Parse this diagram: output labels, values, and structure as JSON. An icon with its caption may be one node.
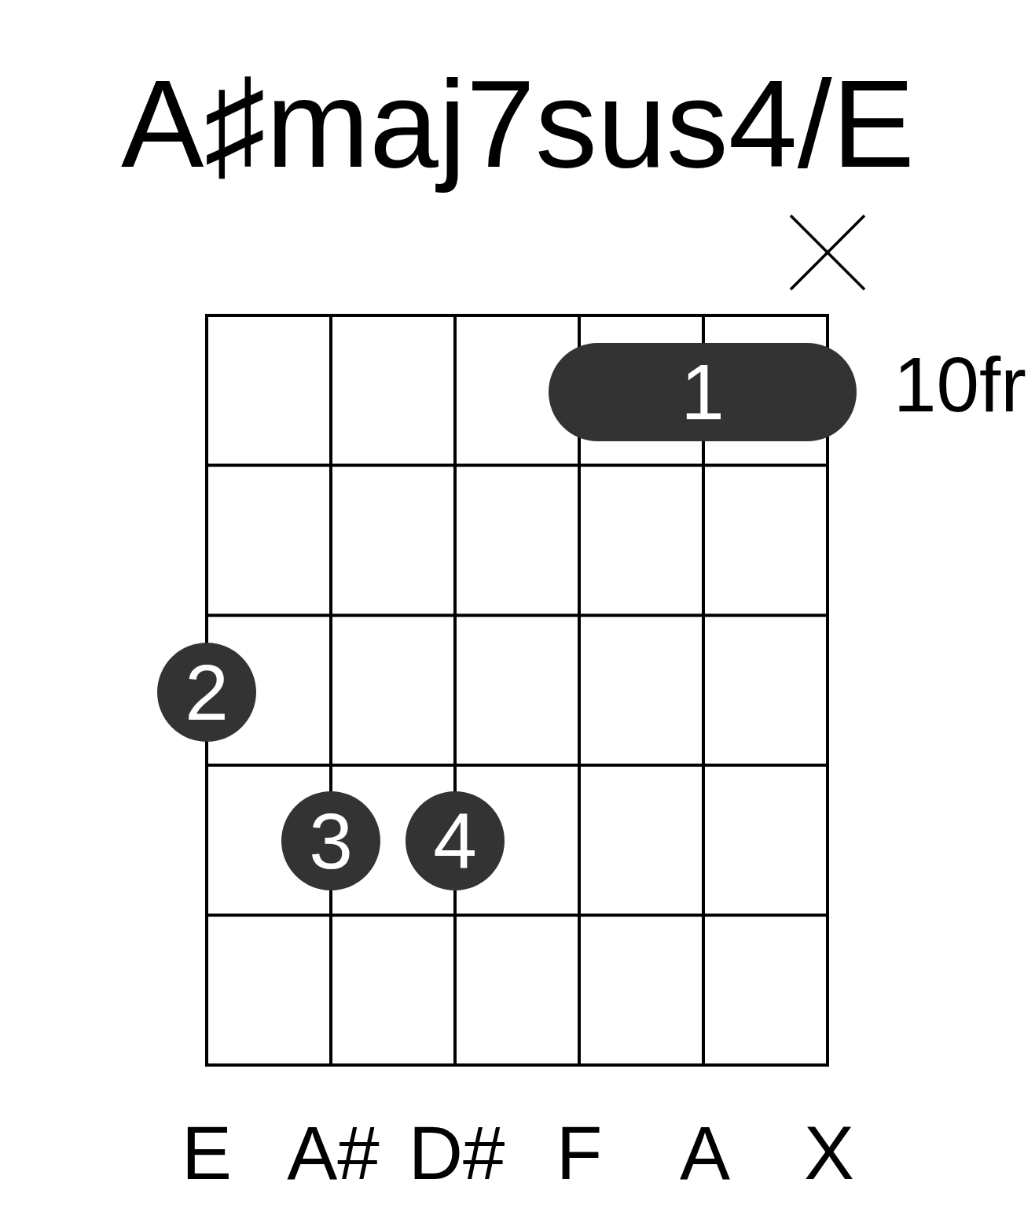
{
  "diagram": {
    "title": "A♯maj7sus4/E",
    "nodes": [
      {
        "text": [
          "1"
        ]
      },
      {
        "text": [
          "2"
        ]
      },
      {
        "text": [
          "3"
        ]
      },
      {
        "text": [
          "4"
        ]
      }
    ],
    "labels": [
      "10fr",
      "E",
      "A#",
      "D#",
      "F",
      "A",
      "X"
    ]
  }
}
